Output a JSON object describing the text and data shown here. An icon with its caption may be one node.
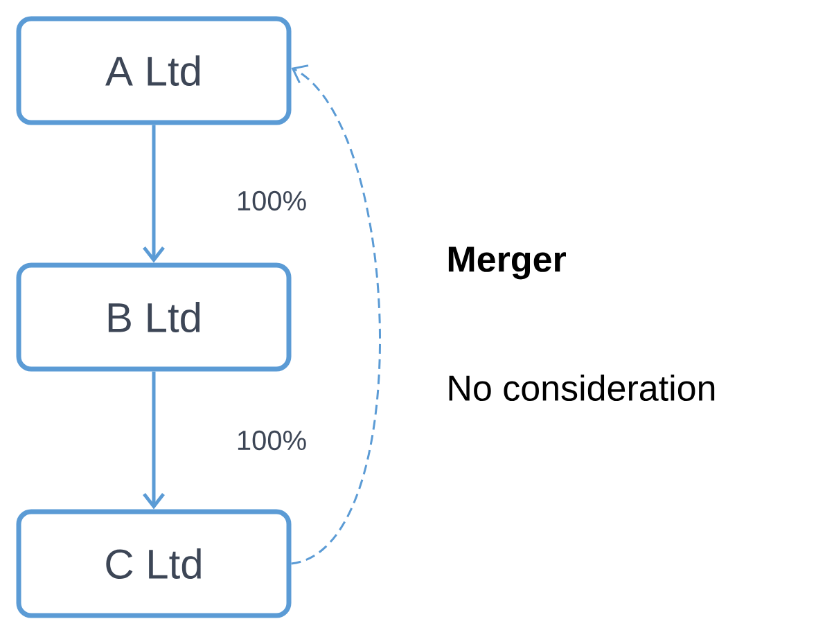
{
  "diagram": {
    "nodes": [
      {
        "text": [
          "A Ltd"
        ]
      },
      {
        "text": [
          "B Ltd"
        ]
      },
      {
        "text": [
          "C Ltd"
        ]
      }
    ],
    "edges": [
      {
        "from": 0,
        "to": 1,
        "arrow": "to",
        "label": "100%"
      },
      {
        "from": 1,
        "to": 2,
        "arrow": "to",
        "label": "100%"
      },
      {
        "from": 2,
        "to": 0,
        "arrow": "to",
        "style": "dashed"
      }
    ],
    "labels": [
      "Merger",
      "No consideration"
    ]
  }
}
